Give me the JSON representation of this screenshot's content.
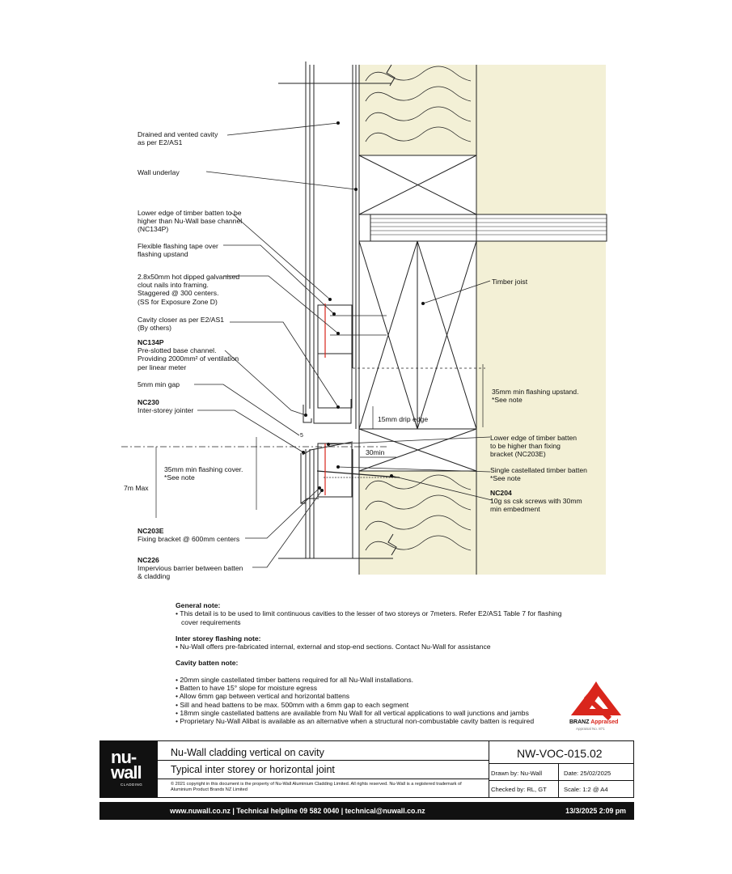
{
  "labels": {
    "cavity": "Drained and vented cavity\nas per  E2/AS1",
    "underlay": "Wall underlay",
    "batten_edge": "Lower edge of timber batten to be\nhigher than Nu-Wall base channel\n(NC134P)",
    "tape": "Flexible flashing tape over\nflashing upstand",
    "nails": "2.8x50mm hot dipped galvanised\nclout nails into framing.\nStaggered @ 300 centers.\n(SS for Exposure Zone D)",
    "closer": "Cavity closer as per E2/AS1\n(By others)",
    "nc134p_code": "NC134P",
    "nc134p": "Pre-slotted base channel.\nProviding 2000mm² of ventilation\nper linear meter",
    "gap": "5mm min gap",
    "nc230_code": "NC230",
    "nc230": "Inter-storey jointer",
    "seven_max": "7m Max",
    "flash_cover": "35mm min flashing cover.\n*See note",
    "nc203e_code": "NC203E",
    "nc203e": "Fixing bracket @ 600mm centers",
    "nc226_code": "NC226",
    "nc226": "Impervious barrier between batten\n& cladding",
    "joist": "Timber joist",
    "upstand": "35mm min flashing upstand.\n*See note",
    "drip": "15mm drip edge",
    "thirty": "30min",
    "five": "5",
    "batten_bracket": "Lower edge of timber batten\nto be higher than fixing\nbracket (NC203E)",
    "castellated": "Single castellated timber batten\n*See note",
    "nc204_code": "NC204",
    "nc204": "10g ss csk screws with 30mm\nmin embedment"
  },
  "notes": {
    "general_title": "General note:",
    "general_items": [
      "• This detail is to be used to limit continuous cavities to the lesser of two storeys or 7meters. Refer E2/AS1 Table 7 for flashing cover requirements"
    ],
    "inter_title": "Inter storey flashing note:",
    "inter_items": [
      "• Nu-Wall offers pre-fabricated internal, external and stop-end sections. Contact Nu-Wall for assistance"
    ],
    "cavity_title": "Cavity batten note:",
    "cavity_items": [
      "• 20mm single castellated timber battens required for all Nu-Wall installations.",
      "• Batten to have 15° slope for moisture egress",
      "• Allow 6mm gap between vertical and horizontal battens",
      "• Sill and head battens to be max. 500mm with a 6mm gap to each segment",
      "• 18mm single castellated battens are available from Nu Wall for all vertical applications to wall junctions and jambs",
      "• Proprietary Nu-Wall Alibat is available as an alternative when a structural non-combustable cavity batten is required"
    ]
  },
  "branz": {
    "label": "BRANZ Appraised",
    "sub": "Appraisal No. 871",
    "color": "#d9261c"
  },
  "title_block": {
    "logo_top": "nu-",
    "logo_bottom": "wall",
    "logo_sub": "CLADDING",
    "title1": "Nu-Wall cladding vertical on cavity",
    "title2": "Typical inter storey or horizontal joint",
    "copyright": "© 2021 copyright in this document is the property of Nu-Wall Aluminium Cladding Limited. All rights reserved. Nu-Wall is a registered trademark of Aluminium Product Brands NZ Limited",
    "code": "NW-VOC-015.02",
    "drawn": "Drawn by: Nu-Wall",
    "date": "Date:    25/02/2025",
    "checked": "Checked by: RL, GT",
    "scale": "Scale:   1:2 @ A4"
  },
  "footer": {
    "links": "www.nuwall.co.nz  |  Technical helpline 09 582 0040  |  technical@nuwall.co.nz",
    "timestamp": "13/3/2025 2:09 pm"
  },
  "colors": {
    "insulation": "#f3f0d6",
    "accent_red": "#d9261c"
  }
}
